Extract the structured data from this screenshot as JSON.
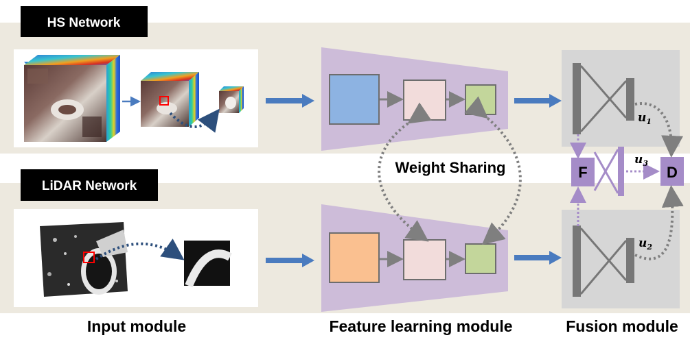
{
  "network_labels": {
    "hs": "HS Network",
    "lidar": "LiDAR Network"
  },
  "module_labels": {
    "input": "Input module",
    "feature": "Feature learning module",
    "fusion": "Fusion module"
  },
  "weight_sharing": "Weight Sharing",
  "fusion_nodes": {
    "f": "F",
    "d": "D"
  },
  "weights": {
    "u1": {
      "base": "u",
      "sub": "1"
    },
    "u2": {
      "base": "u",
      "sub": "2"
    },
    "u3": {
      "base": "u",
      "sub": "3"
    }
  },
  "colors": {
    "band_bg": "#ede9df",
    "funnel": "#cdbcd9",
    "fusion_box": "#d6d6d6",
    "arrow_blue": "#4a7bbf",
    "dotted_navy": "#2d4f7c",
    "dotted_gray": "#7f7f7f",
    "dotted_purple": "#a58cc8",
    "node_purple": "#a58cc8",
    "feature_blue": "#8db3e2",
    "feature_orange": "#fac090",
    "feature_pink": "#f2dcdb",
    "feature_green": "#c3d69b",
    "label_box": "#000000"
  }
}
